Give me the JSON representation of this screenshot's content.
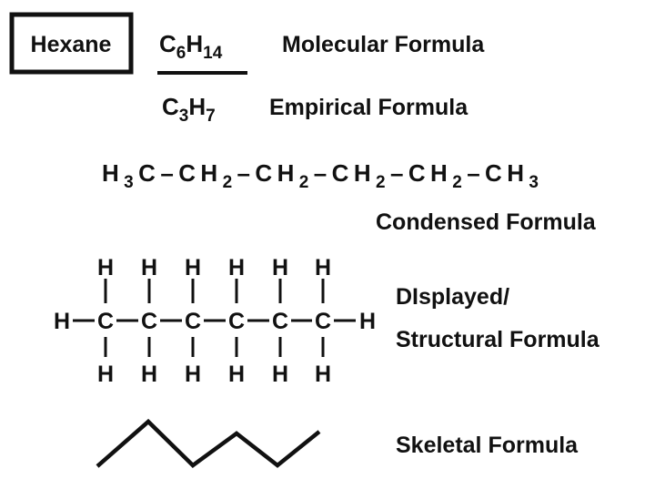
{
  "compound": "Hexane",
  "molecular": {
    "label": "Molecular Formula",
    "parts": [
      "C",
      "6",
      "H",
      "14"
    ]
  },
  "empirical": {
    "label": "Empirical Formula",
    "parts": [
      "C",
      "3",
      "H",
      "7"
    ]
  },
  "condensed": {
    "label": "Condensed Formula",
    "parts": [
      "H",
      "3",
      "C–CH",
      "2",
      "–CH",
      "2",
      "–CH",
      "2",
      "–CH",
      "2",
      "–CH",
      "3"
    ]
  },
  "structural": {
    "label_line1": "DIsplayed/",
    "label_line2": "Structural Formula",
    "carbon": "C",
    "hydrogen": "H"
  },
  "skeletal": {
    "label": "Skeletal Formula"
  },
  "colors": {
    "ink": "#111111",
    "background": "#ffffff"
  }
}
